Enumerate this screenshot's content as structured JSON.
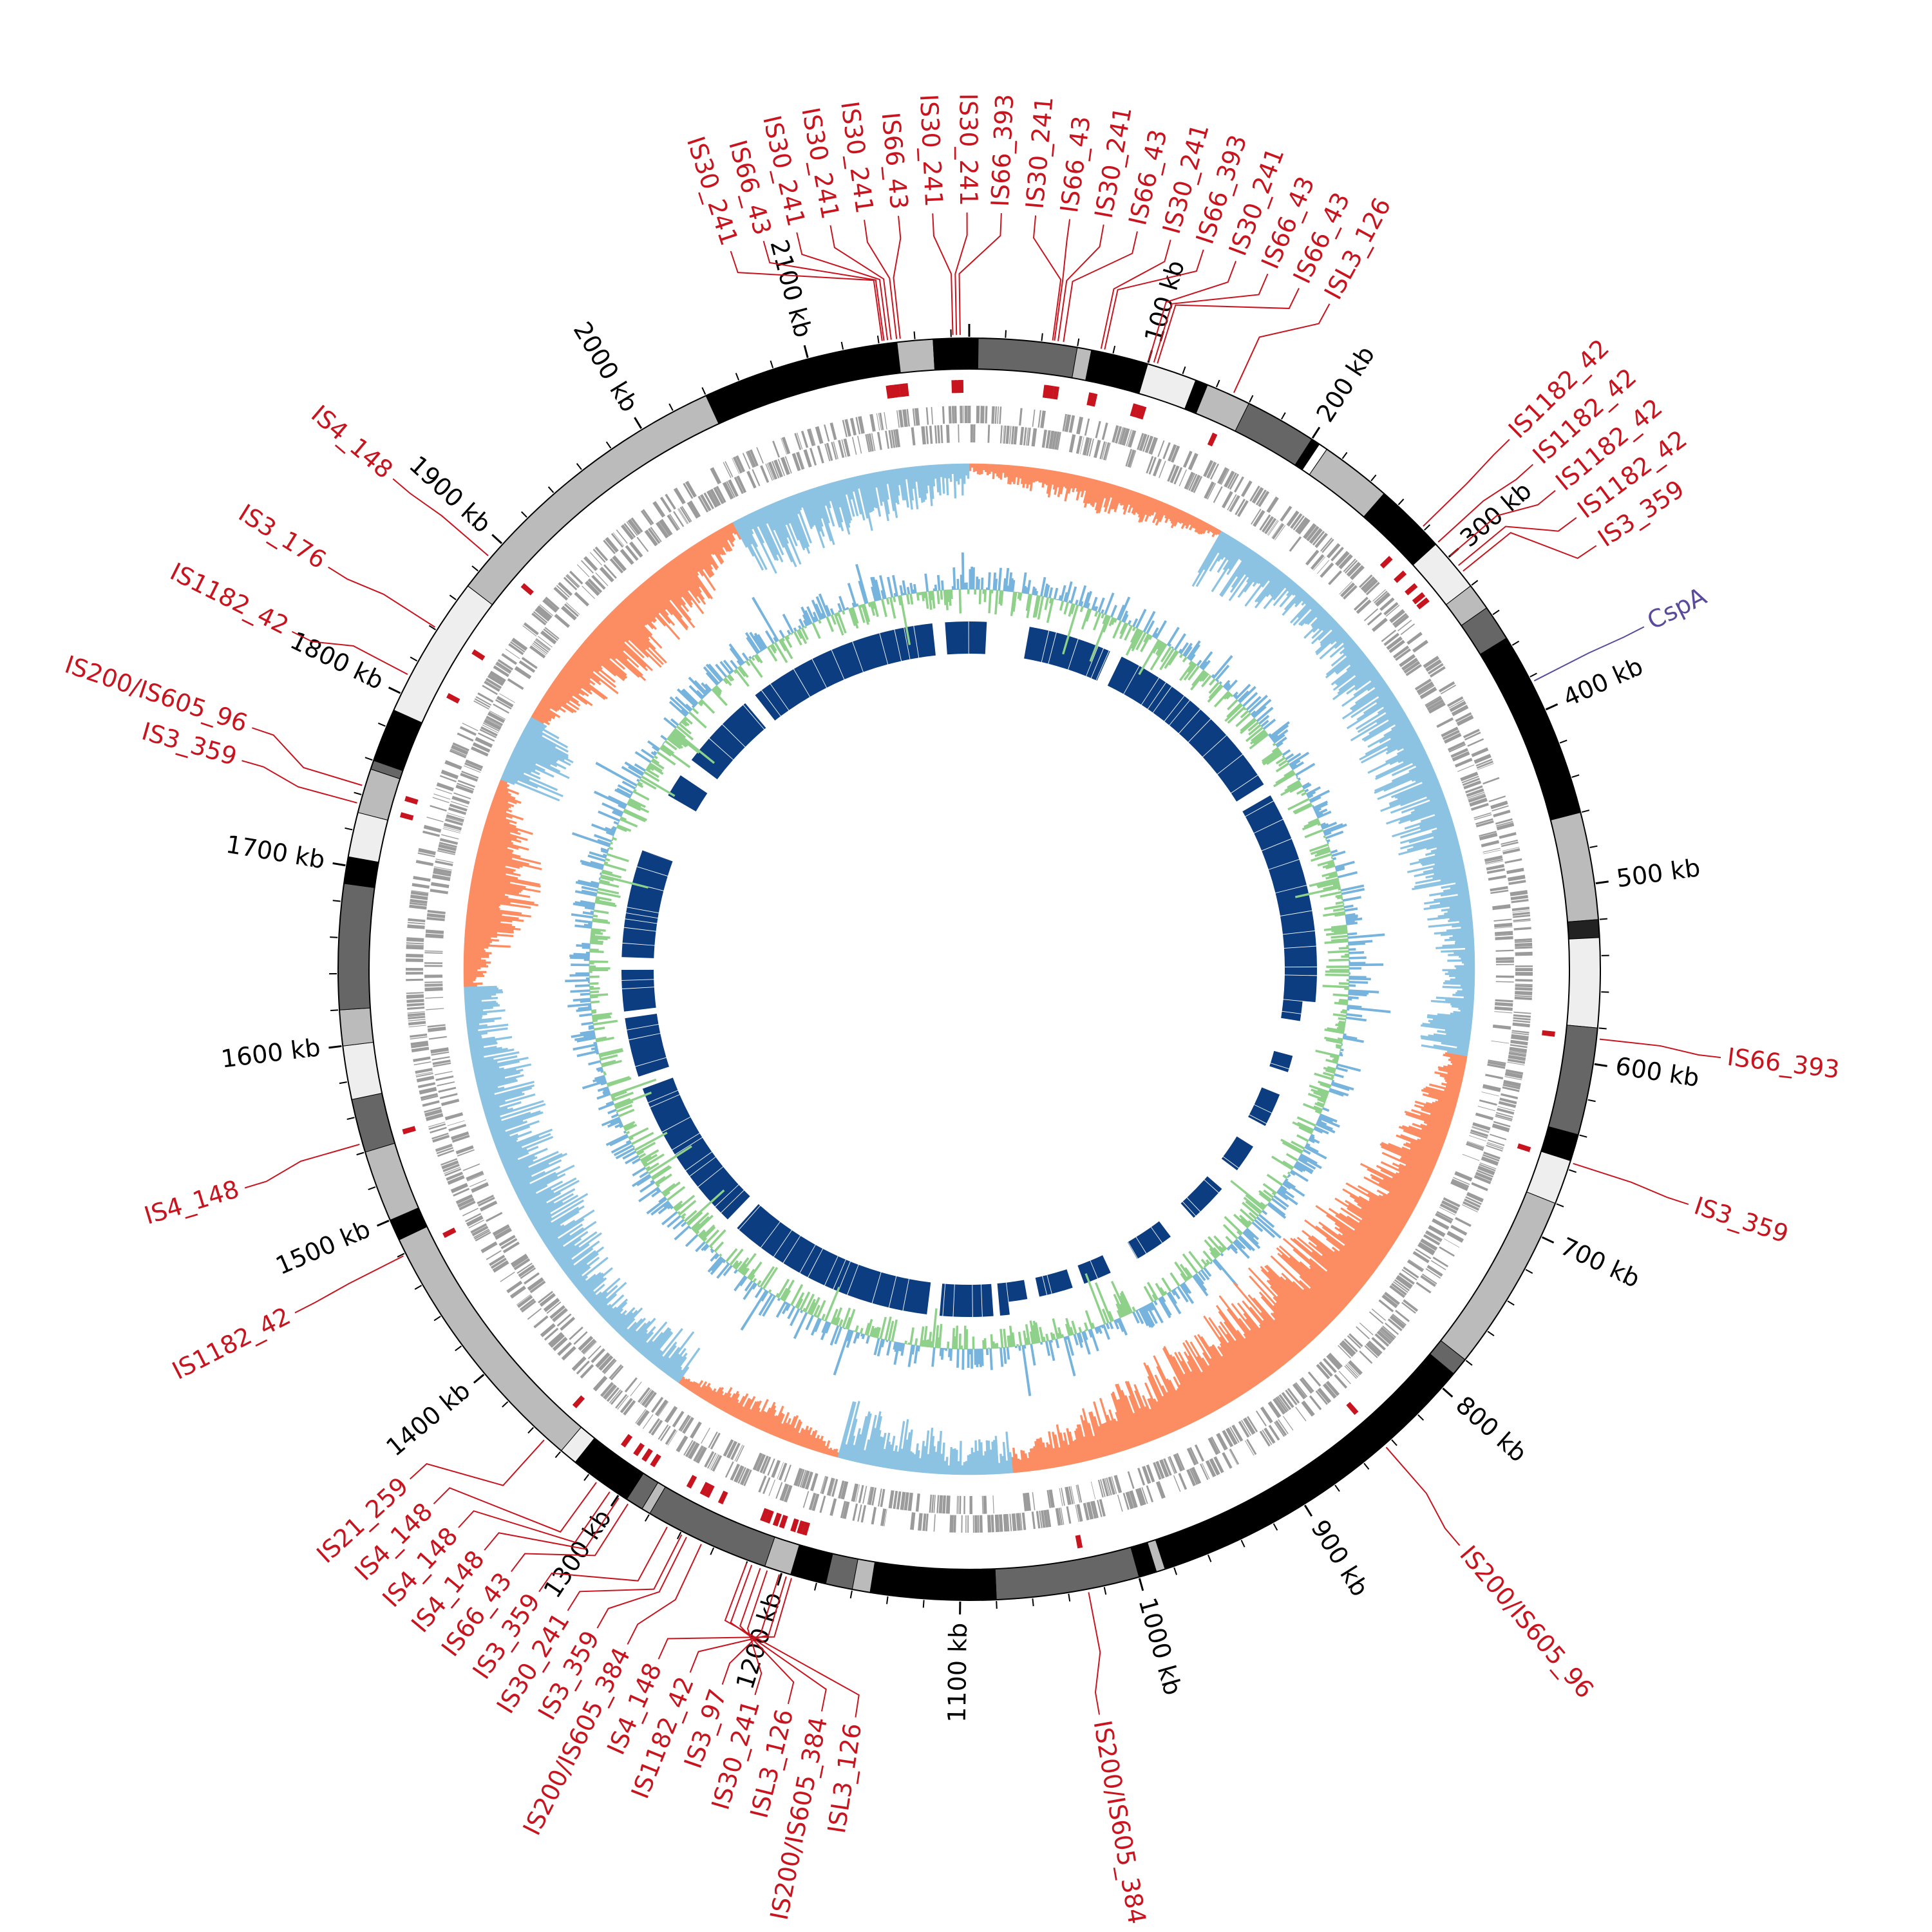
{
  "genome": {
    "size_kb": 2190
  },
  "colors": {
    "is_element": "#c8141e",
    "gene_of_interest": "#5a4a9c",
    "genes": "#9b9b9b",
    "gc_skew_positive": "#fc8d62",
    "gc_skew_negative": "#8cc3e3",
    "gc_content_low": "#8fd18a",
    "gc_content_high": "#76b3dd",
    "inner_blocks": "#0b3d80"
  },
  "karyotype_bands": [
    {
      "start": 0,
      "end": 5,
      "color": "#000000"
    },
    {
      "start": 5,
      "end": 60,
      "color": "#666666"
    },
    {
      "start": 60,
      "end": 68,
      "color": "#bbbbbb"
    },
    {
      "start": 68,
      "end": 100,
      "color": "#000000"
    },
    {
      "start": 100,
      "end": 128,
      "color": "#eeeeee"
    },
    {
      "start": 128,
      "end": 135,
      "color": "#000000"
    },
    {
      "start": 135,
      "end": 160,
      "color": "#bbbbbb"
    },
    {
      "start": 160,
      "end": 200,
      "color": "#666666"
    },
    {
      "start": 200,
      "end": 205,
      "color": "#000000"
    },
    {
      "start": 205,
      "end": 210,
      "color": "#ffffff"
    },
    {
      "start": 210,
      "end": 250,
      "color": "#bbbbbb"
    },
    {
      "start": 250,
      "end": 290,
      "color": "#000000"
    },
    {
      "start": 290,
      "end": 320,
      "color": "#eeeeee"
    },
    {
      "start": 320,
      "end": 335,
      "color": "#bbbbbb"
    },
    {
      "start": 335,
      "end": 355,
      "color": "#666666"
    },
    {
      "start": 355,
      "end": 460,
      "color": "#000000"
    },
    {
      "start": 460,
      "end": 520,
      "color": "#bbbbbb"
    },
    {
      "start": 520,
      "end": 530,
      "color": "#222222"
    },
    {
      "start": 530,
      "end": 580,
      "color": "#eeeeee"
    },
    {
      "start": 580,
      "end": 640,
      "color": "#666666"
    },
    {
      "start": 640,
      "end": 655,
      "color": "#000000"
    },
    {
      "start": 655,
      "end": 680,
      "color": "#eeeeee"
    },
    {
      "start": 680,
      "end": 780,
      "color": "#bbbbbb"
    },
    {
      "start": 780,
      "end": 790,
      "color": "#666666"
    },
    {
      "start": 790,
      "end": 985,
      "color": "#000000"
    },
    {
      "start": 985,
      "end": 990,
      "color": "#bbbbbb"
    },
    {
      "start": 990,
      "end": 1000,
      "color": "#000000"
    },
    {
      "start": 1000,
      "end": 1080,
      "color": "#666666"
    },
    {
      "start": 1080,
      "end": 1150,
      "color": "#000000"
    },
    {
      "start": 1150,
      "end": 1160,
      "color": "#bbbbbb"
    },
    {
      "start": 1160,
      "end": 1175,
      "color": "#666666"
    },
    {
      "start": 1175,
      "end": 1195,
      "color": "#000000"
    },
    {
      "start": 1195,
      "end": 1210,
      "color": "#bbbbbb"
    },
    {
      "start": 1210,
      "end": 1280,
      "color": "#666666"
    },
    {
      "start": 1280,
      "end": 1285,
      "color": "#bbbbbb"
    },
    {
      "start": 1285,
      "end": 1295,
      "color": "#666666"
    },
    {
      "start": 1295,
      "end": 1330,
      "color": "#000000"
    },
    {
      "start": 1330,
      "end": 1340,
      "color": "#eeeeee"
    },
    {
      "start": 1340,
      "end": 1488,
      "color": "#bbbbbb"
    },
    {
      "start": 1488,
      "end": 1500,
      "color": "#000000"
    },
    {
      "start": 1500,
      "end": 1540,
      "color": "#bbbbbb"
    },
    {
      "start": 1540,
      "end": 1570,
      "color": "#666666"
    },
    {
      "start": 1570,
      "end": 1600,
      "color": "#eeeeee"
    },
    {
      "start": 1600,
      "end": 1620,
      "color": "#bbbbbb"
    },
    {
      "start": 1620,
      "end": 1690,
      "color": "#666666"
    },
    {
      "start": 1690,
      "end": 1705,
      "color": "#000000"
    },
    {
      "start": 1705,
      "end": 1730,
      "color": "#eeeeee"
    },
    {
      "start": 1730,
      "end": 1755,
      "color": "#bbbbbb"
    },
    {
      "start": 1755,
      "end": 1760,
      "color": "#666666"
    },
    {
      "start": 1760,
      "end": 1790,
      "color": "#000000"
    },
    {
      "start": 1790,
      "end": 1870,
      "color": "#eeeeee"
    },
    {
      "start": 1870,
      "end": 2040,
      "color": "#bbbbbb"
    },
    {
      "start": 2040,
      "end": 2150,
      "color": "#000000"
    },
    {
      "start": 2150,
      "end": 2170,
      "color": "#bbbbbb"
    },
    {
      "start": 2170,
      "end": 2190,
      "color": "#000000"
    }
  ],
  "ticks": [
    {
      "kb": 100,
      "label": "100 kb"
    },
    {
      "kb": 200,
      "label": "200 kb"
    },
    {
      "kb": 300,
      "label": "300 kb"
    },
    {
      "kb": 400,
      "label": "400 kb"
    },
    {
      "kb": 500,
      "label": "500 kb"
    },
    {
      "kb": 600,
      "label": "600 kb"
    },
    {
      "kb": 700,
      "label": "700 kb"
    },
    {
      "kb": 800,
      "label": "800 kb"
    },
    {
      "kb": 900,
      "label": "900 kb"
    },
    {
      "kb": 1000,
      "label": "1000 kb"
    },
    {
      "kb": 1100,
      "label": "1100 kb"
    },
    {
      "kb": 1200,
      "label": "1200 kb"
    },
    {
      "kb": 1300,
      "label": "1300 kb"
    },
    {
      "kb": 1400,
      "label": "1400 kb"
    },
    {
      "kb": 1500,
      "label": "1500 kb"
    },
    {
      "kb": 1600,
      "label": "1600 kb"
    },
    {
      "kb": 1700,
      "label": "1700 kb"
    },
    {
      "kb": 1800,
      "label": "1800 kb"
    },
    {
      "kb": 1900,
      "label": "1900 kb"
    },
    {
      "kb": 2000,
      "label": "2000 kb"
    },
    {
      "kb": 2100,
      "label": "2100 kb"
    }
  ],
  "features": [
    {
      "label": "IS30_241",
      "kb": 2142
    },
    {
      "label": "IS66_43",
      "kb": 2143
    },
    {
      "label": "IS30_241",
      "kb": 2145
    },
    {
      "label": "IS30_241",
      "kb": 2147
    },
    {
      "label": "IS30_241",
      "kb": 2150
    },
    {
      "label": "IS66_43",
      "kb": 2152
    },
    {
      "label": "IS30_241",
      "kb": 2181
    },
    {
      "label": "IS30_241",
      "kb": 2183
    },
    {
      "label": "IS66_393",
      "kb": 2185
    },
    {
      "label": "IS30_241",
      "kb": 46
    },
    {
      "label": "IS66_43",
      "kb": 47
    },
    {
      "label": "IS30_241",
      "kb": 49
    },
    {
      "label": "IS66_43",
      "kb": 52
    },
    {
      "label": "IS30_241",
      "kb": 73
    },
    {
      "label": "IS66_393",
      "kb": 75
    },
    {
      "label": "IS30_241",
      "kb": 100
    },
    {
      "label": "IS66_43",
      "kb": 103
    },
    {
      "label": "IS66_43",
      "kb": 105
    },
    {
      "label": "ISL3_126",
      "kb": 150
    },
    {
      "label": "IS1182_42",
      "kb": 278
    },
    {
      "label": "IS1182_42",
      "kb": 290
    },
    {
      "label": "IS1182_42",
      "kb": 300
    },
    {
      "label": "IS1182_42",
      "kb": 307
    },
    {
      "label": "IS3_359",
      "kb": 311
    },
    {
      "label": "CspA",
      "kb": 383,
      "type": "gene"
    },
    {
      "label": "IS66_393",
      "kb": 586
    },
    {
      "label": "IS3_359",
      "kb": 656
    },
    {
      "label": "IS200/IS605_96",
      "kb": 845
    },
    {
      "label": "IS200/IS605_384",
      "kb": 1029
    },
    {
      "label": "ISL3_126",
      "kb": 1220
    },
    {
      "label": "IS200/IS605_384",
      "kb": 1217
    },
    {
      "label": "ISL3_126",
      "kb": 1212
    },
    {
      "label": "IS30_241",
      "kb": 1208
    },
    {
      "label": "IS3_97",
      "kb": 1201
    },
    {
      "label": "IS1182_42",
      "kb": 1197
    },
    {
      "label": "IS4_148",
      "kb": 1194
    },
    {
      "label": "IS200/IS605_384",
      "kb": 1247
    },
    {
      "label": "IS3_359",
      "kb": 1256
    },
    {
      "label": "IS30_241",
      "kb": 1259
    },
    {
      "label": "IS3_359",
      "kb": 1268
    },
    {
      "label": "IS66_43",
      "kb": 1293
    },
    {
      "label": "IS4_148",
      "kb": 1299
    },
    {
      "label": "IS4_148",
      "kb": 1305
    },
    {
      "label": "IS4_148",
      "kb": 1314
    },
    {
      "label": "IS21_259",
      "kb": 1351
    },
    {
      "label": "IS1182_42",
      "kb": 1479
    },
    {
      "label": "IS4_148",
      "kb": 1545
    },
    {
      "label": "IS3_359",
      "kb": 1735
    },
    {
      "label": "IS200/IS605_96",
      "kb": 1745
    },
    {
      "label": "IS1182_42",
      "kb": 1811
    },
    {
      "label": "IS3_176",
      "kb": 1841
    },
    {
      "label": "IS4_148",
      "kb": 1890
    }
  ]
}
